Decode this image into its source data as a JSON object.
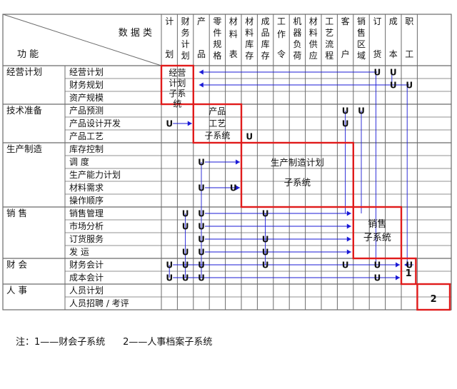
{
  "header": {
    "data_class": "数 据 类",
    "function": "功 能"
  },
  "columns": [
    [
      "计",
      "",
      "划"
    ],
    [
      "财",
      "务",
      "计",
      "划"
    ],
    [
      "产",
      "",
      "品"
    ],
    [
      "零",
      "件",
      "规",
      "格"
    ],
    [
      "材",
      "料",
      "表"
    ],
    [
      "材",
      "料",
      "库",
      "存"
    ],
    [
      "成",
      "品",
      "库",
      "存"
    ],
    [
      "工",
      "作",
      "令"
    ],
    [
      "机",
      "器",
      "负",
      "荷"
    ],
    [
      "材",
      "料",
      "供",
      "应"
    ],
    [
      "工",
      "艺",
      "流",
      "程"
    ],
    [
      "客",
      "",
      "户"
    ],
    [
      "销",
      "售",
      "区",
      "域"
    ],
    [
      "订",
      "",
      "货"
    ],
    [
      "成",
      "",
      "本"
    ],
    [
      "职",
      "",
      "工"
    ]
  ],
  "groups": [
    {
      "name": "经营计划",
      "rows": [
        0,
        2
      ]
    },
    {
      "name": "技术准备",
      "rows": [
        3,
        5
      ]
    },
    {
      "name": "生产制造",
      "rows": [
        6,
        10
      ]
    },
    {
      "name": "销  售",
      "rows": [
        11,
        14
      ]
    },
    {
      "name": "财  会",
      "rows": [
        15,
        16
      ]
    },
    {
      "name": "人  事",
      "rows": [
        17,
        18
      ]
    }
  ],
  "rows": [
    "经营计划",
    "财务规划",
    "资产规模",
    "产品预测",
    "产品设计开发",
    "产品工艺",
    "库存控制",
    "调     度",
    "生产能力计划",
    "材料需求",
    "操作顺序",
    "销售管理",
    "市场分析",
    "订货服务",
    "发     运",
    "财务会计",
    "成本会计",
    "人员计划",
    "人员招聘 / 考评"
  ],
  "subsystems": [
    {
      "id": "s1",
      "lines": [
        "经营",
        "计划",
        "子系",
        "统"
      ]
    },
    {
      "id": "s2",
      "lines": [
        "产品",
        "工艺",
        "子系统"
      ]
    },
    {
      "id": "s3",
      "lines": [
        "生产制造计划",
        "子系统"
      ]
    },
    {
      "id": "s4",
      "lines": [
        "销售",
        "子系统"
      ]
    },
    {
      "id": "s5",
      "lines": [
        "1"
      ]
    },
    {
      "id": "s6",
      "lines": [
        "2"
      ]
    }
  ],
  "use_mark": "U",
  "uses": [
    [
      0,
      13
    ],
    [
      0,
      14
    ],
    [
      1,
      14
    ],
    [
      1,
      15
    ],
    [
      3,
      11
    ],
    [
      3,
      12
    ],
    [
      4,
      0
    ],
    [
      4,
      11
    ],
    [
      5,
      5
    ],
    [
      7,
      2
    ],
    [
      9,
      2
    ],
    [
      9,
      4
    ],
    [
      11,
      1
    ],
    [
      11,
      2
    ],
    [
      11,
      6
    ],
    [
      12,
      1
    ],
    [
      12,
      2
    ],
    [
      13,
      2
    ],
    [
      13,
      6
    ],
    [
      14,
      1
    ],
    [
      14,
      2
    ],
    [
      14,
      6
    ],
    [
      15,
      0
    ],
    [
      15,
      1
    ],
    [
      15,
      2
    ],
    [
      15,
      6
    ],
    [
      15,
      11
    ],
    [
      15,
      13
    ],
    [
      15,
      15
    ],
    [
      16,
      0
    ],
    [
      16,
      1
    ],
    [
      16,
      2
    ],
    [
      16,
      13
    ]
  ],
  "note": "注：1——财会子系统      2——人事档案子系统",
  "colors": {
    "grid": "#6b6b6b",
    "flow": "#1a1ad6",
    "box": "#e01b1b"
  }
}
